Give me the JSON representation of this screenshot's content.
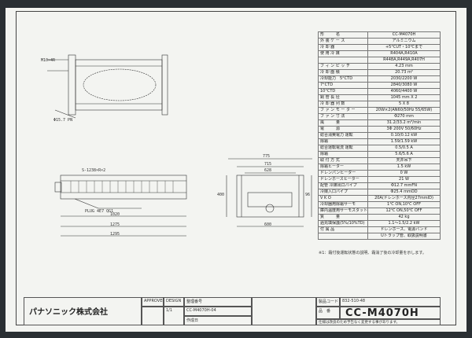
{
  "company": "パナソニック株式会社",
  "spec_rows": [
    {
      "label": "形　　　名",
      "value": "CC-M4070H"
    },
    {
      "label": "外 装 ケ ー ス",
      "value": "アルミニウム"
    },
    {
      "label": "冷 却 器",
      "value": "+5°CUT・10℃まで"
    },
    {
      "label": "使 用 冷 媒",
      "value": "R404A,R410A"
    },
    {
      "label": "",
      "value": "R448A,R449A,R407H"
    },
    {
      "label": "フ ィ ン ピ ッ チ",
      "value": "4.23 mm"
    },
    {
      "label": "冷 却 面 積",
      "value": "20.73 m²"
    },
    {
      "label": "冷却能力　5°CTD",
      "value": "2030/2200 W"
    },
    {
      "label": "7°CTD",
      "value": "2840/3080 W"
    },
    {
      "label": "10°CTD",
      "value": "4060/4400 W"
    },
    {
      "label": "銅 管 長 径",
      "value": "1045 mm X 2"
    },
    {
      "label": "冷 却 器 列 数",
      "value": "5 X 8"
    },
    {
      "label": "フ ァ ン モ ー タ ー",
      "value": "20W×2(AN60/50Hz 55/65W)"
    },
    {
      "label": "フ ァ ン 寸 法",
      "value": "Φ270 mm"
    },
    {
      "label": "風　　　量",
      "value": "31.2/33.2 m³/min"
    },
    {
      "label": "電　　　源",
      "value": "3Φ 200V 50/60Hz"
    },
    {
      "label": "総合消費電力 運転",
      "value": "0.10/0.12 kW"
    },
    {
      "label": "除霜",
      "value": "1.59/1.59 kW"
    },
    {
      "label": "総合運転電流 運転",
      "value": "0.5/0.5 A"
    },
    {
      "label": "除霜",
      "value": "5.6/5.6 A"
    },
    {
      "label": "取 付 方 式",
      "value": "天井吊下"
    },
    {
      "label": "除霜ヒーター",
      "value": "1.5 kW"
    },
    {
      "label": "ドレンパンヒーター",
      "value": "0 W"
    },
    {
      "label": "ドレンホースヒーター",
      "value": "21 W"
    },
    {
      "label": "配管 冷媒出口パイプ",
      "value": "Φ12.7 mmFN"
    },
    {
      "label": "冷媒入口パイプ",
      "value": "Φ25.4 mmOD"
    },
    {
      "label": "V K O",
      "value": "20A(ドレンホース内径27mmID)"
    },
    {
      "label": "冷却器用除霜サーモ",
      "value": "1℃ ON,10℃ OFF"
    },
    {
      "label": "庫内温度用サーモスタット",
      "value": "12℃ ON,50℃ OFF"
    },
    {
      "label": "質　　　量",
      "value": "42 kg"
    },
    {
      "label": "過充填保護(5%/10%TD)",
      "value": "1.1～1.5/2.2 kW"
    },
    {
      "label": "付 属 品",
      "value": "ドレンホース、電源バンド"
    },
    {
      "label": "",
      "value": "Uトラップ管、取扱説明書"
    }
  ],
  "note": "※1：霜付後運転状態の説明、霜消了後の冷却量を示します。",
  "dimensions": {
    "d1": "1295",
    "d2": "1275",
    "d3": "1020",
    "d4": "775",
    "d5": "715",
    "d6": "628",
    "d7": "600",
    "d8": "400",
    "d9": "96",
    "pipe": "Φ15.7 PN",
    "vent": "M10×4R",
    "drain": "PLUG 4E7 QG1",
    "frame": "S-1238×R×2"
  },
  "title_block": {
    "approved": "APPROVED",
    "design": "DESIGN",
    "drawing_no_label": "整理番号",
    "drawing_no": "CC-M4070H-04",
    "sheet": "1/1",
    "author": "作成日",
    "product_code_label": "製品コード",
    "product_code": "832-510-48",
    "model_label": "品　番",
    "model": "CC-M4070H",
    "footer": "仕様は改良のため予告なく変更する事があります。"
  }
}
